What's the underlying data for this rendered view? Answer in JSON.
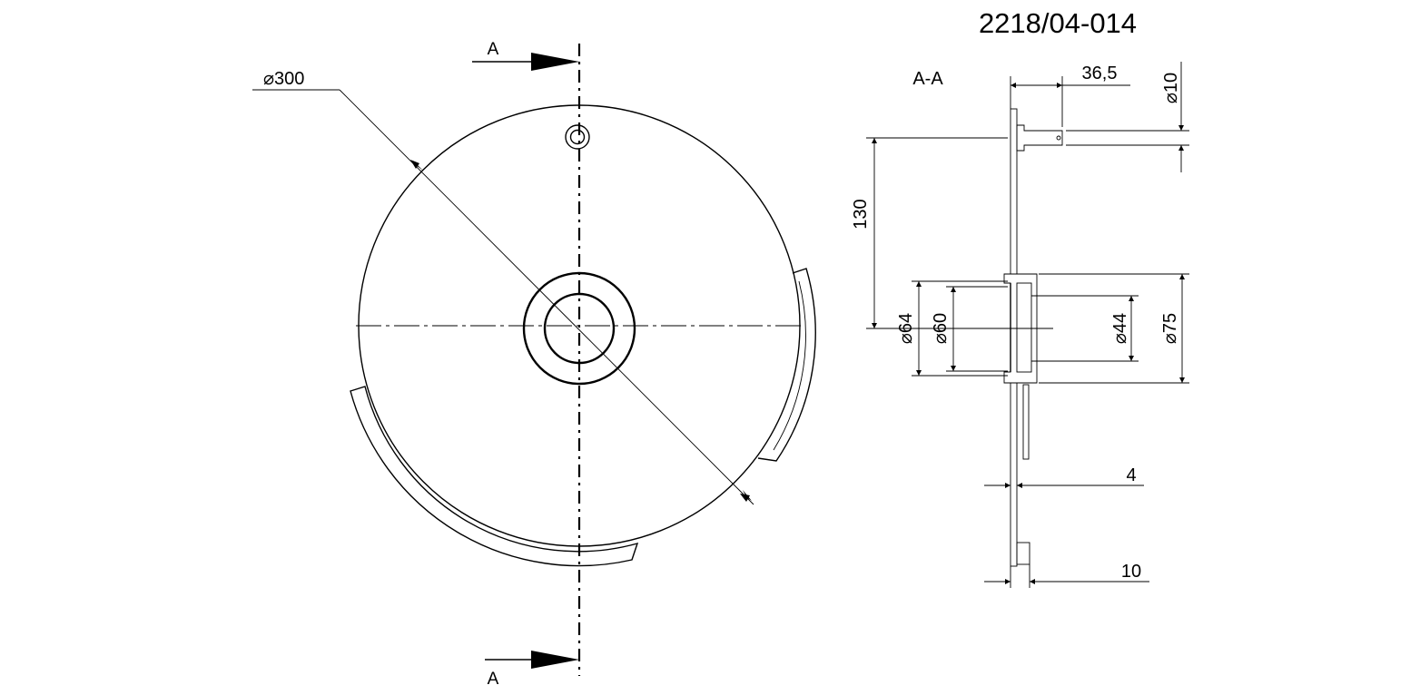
{
  "drawing_number": "2218/04-014",
  "section": {
    "cut_label_top": "A",
    "cut_label_bottom": "A",
    "title": "A-A"
  },
  "dimensions": {
    "outer_diameter": "⌀300",
    "pin_offset": "36,5",
    "pin_diameter": "⌀10",
    "pin_radius_pos": "130",
    "hub_d64": "⌀64",
    "hub_d60": "⌀60",
    "hub_d44": "⌀44",
    "hub_d75": "⌀75",
    "plate_thickness": "4",
    "rim_width": "10"
  }
}
